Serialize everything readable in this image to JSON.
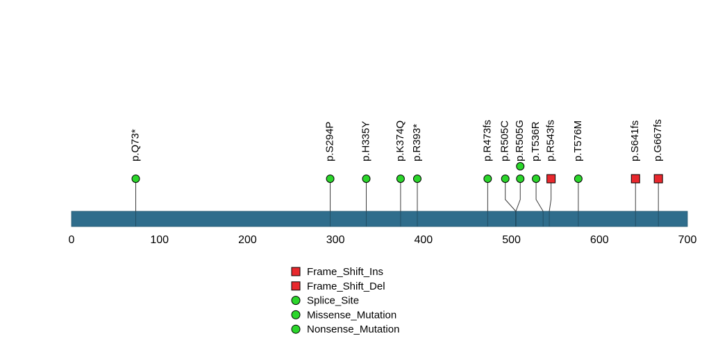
{
  "figure": {
    "background": "#ffffff"
  },
  "chart_data": {
    "type": "lollipop",
    "description": "Protein mutation lollipop plot",
    "protein_bar": {
      "start": 0,
      "end": 700,
      "color": "#2F6D8C",
      "edge_color": "#24566F"
    },
    "axis": {
      "ticks": [
        0,
        100,
        200,
        300,
        400,
        500,
        600,
        700
      ],
      "xlim": [
        0,
        700
      ],
      "grid": false
    },
    "colors": {
      "green": "#2BD62B",
      "red": "#E8282D",
      "stem": "#3A3A3A",
      "marker_stroke": "#000000",
      "text": "#000000"
    },
    "mutations": [
      {
        "label": "p.Q73*",
        "pos": 73,
        "shape": "circle",
        "color": "green"
      },
      {
        "label": "p.S294P",
        "pos": 294,
        "shape": "circle",
        "color": "green"
      },
      {
        "label": "p.H335Y",
        "pos": 335,
        "shape": "circle",
        "color": "green"
      },
      {
        "label": "p.K374Q",
        "pos": 374,
        "shape": "circle",
        "color": "green"
      },
      {
        "label": "p.R393*",
        "pos": 393,
        "shape": "circle",
        "color": "green"
      },
      {
        "label": "p.R473fs",
        "pos": 473,
        "shape": "circle",
        "color": "green"
      },
      {
        "label": "p.R505C",
        "pos": 505,
        "display_pos": 493,
        "shape": "circle",
        "color": "green"
      },
      {
        "label": "p.R505G",
        "pos": 505,
        "display_pos": 510,
        "shape": "circle",
        "color": "green",
        "stack": 2
      },
      {
        "label": "p.T536R",
        "pos": 536,
        "display_pos": 528,
        "shape": "circle",
        "color": "green"
      },
      {
        "label": "p.R543fs",
        "pos": 543,
        "display_pos": 545,
        "shape": "square",
        "color": "red"
      },
      {
        "label": "p.T576M",
        "pos": 576,
        "shape": "circle",
        "color": "green"
      },
      {
        "label": "p.S641fs",
        "pos": 641,
        "shape": "square",
        "color": "red"
      },
      {
        "label": "p.G667fs",
        "pos": 667,
        "shape": "square",
        "color": "red"
      }
    ],
    "legend": [
      {
        "label": "Frame_Shift_Ins",
        "shape": "square",
        "color": "red"
      },
      {
        "label": "Frame_Shift_Del",
        "shape": "square",
        "color": "red"
      },
      {
        "label": "Splice_Site",
        "shape": "circle",
        "color": "green"
      },
      {
        "label": "Missense_Mutation",
        "shape": "circle",
        "color": "green"
      },
      {
        "label": "Nonsense_Mutation",
        "shape": "circle",
        "color": "green"
      }
    ]
  }
}
